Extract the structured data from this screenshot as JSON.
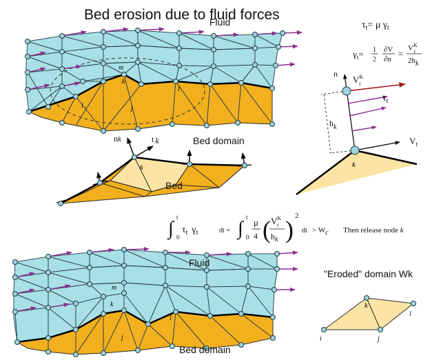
{
  "title": "Bed erosion due to fluid forces",
  "panel_top": {
    "fluid_label": "Fluid",
    "bed_label": "Bed domain",
    "nodes": {
      "m": "m",
      "k": "k",
      "l": "l",
      "i": "i",
      "j": "j"
    }
  },
  "panel_middle": {
    "bed_label": "Bed",
    "normal_symbol": "n",
    "tangent_symbol": "t",
    "subscript": "k",
    "node": "k"
  },
  "formulas": {
    "shear_stress": "τt = μ γt",
    "shear_rate": "γt = 1/2 ∂V/∂n = VtK / 2hk"
  },
  "panel_right": {
    "n": "n",
    "vk": "V",
    "vk_sup": "K",
    "vk_sub": "t",
    "tau": "τ",
    "tau_sub": "t",
    "h": "h",
    "h_sub": "k",
    "vt": "V",
    "vt_sub": "t",
    "node": "k"
  },
  "criterion": {
    "comparison": "> W",
    "comparison_sub": "c",
    "conclusion": "Then release node",
    "conclusion_node": "k"
  },
  "panel_bottom": {
    "fluid_label": "Fluid",
    "bed_label": "Bed domain",
    "nodes": {
      "m": "m",
      "k": "k",
      "l": "l",
      "j": "j"
    }
  },
  "eroded": {
    "label": "\"Eroded\" domain Wk",
    "nodes": {
      "i": "i",
      "k": "k",
      "l": "l",
      "j": "j"
    }
  },
  "colors": {
    "fluid": "#a9e0e6",
    "bed": "#f2b01e",
    "bed_light": "#fbe4a4",
    "node": "#9fd3dc",
    "arrow": "#8a2e8e",
    "vk_arrow": "#a01e1e"
  }
}
